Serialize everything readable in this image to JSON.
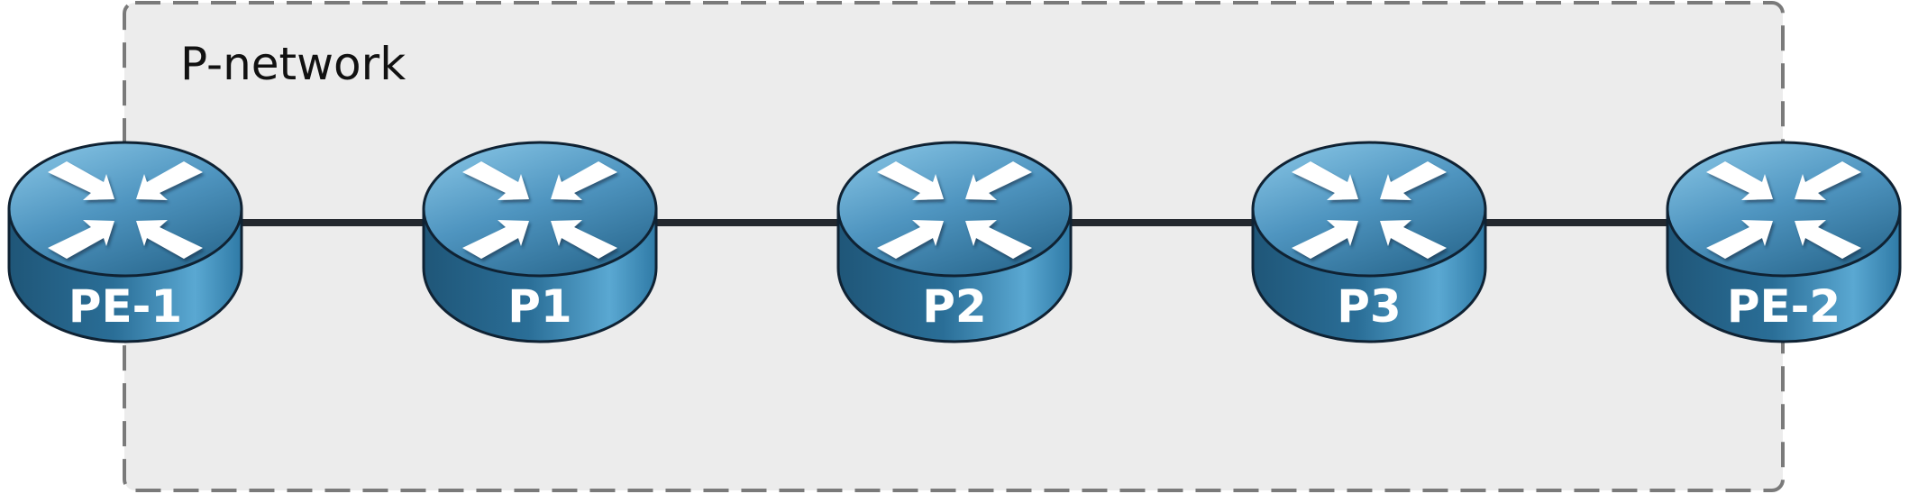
{
  "network": {
    "label": "P-network"
  },
  "routers": [
    {
      "id": "pe1",
      "label": "PE-1"
    },
    {
      "id": "p1",
      "label": "P1"
    },
    {
      "id": "p2",
      "label": "P2"
    },
    {
      "id": "p3",
      "label": "P3"
    },
    {
      "id": "pe2",
      "label": "PE-2"
    }
  ],
  "links": [
    [
      "pe1",
      "p1"
    ],
    [
      "p1",
      "p2"
    ],
    [
      "p2",
      "p3"
    ],
    [
      "p3",
      "pe2"
    ]
  ],
  "colors": {
    "network_fill": "#ececec",
    "network_border": "#7a7a7a",
    "link": "#23282e",
    "router_top_light": "#8cc9e8",
    "router_top_dark": "#2f6f96",
    "router_side_light": "#5aa8d2",
    "router_side_dark": "#1f5678",
    "router_outline": "#0f2233",
    "arrow": "#ffffff"
  },
  "icons": {
    "router": "router-icon"
  }
}
